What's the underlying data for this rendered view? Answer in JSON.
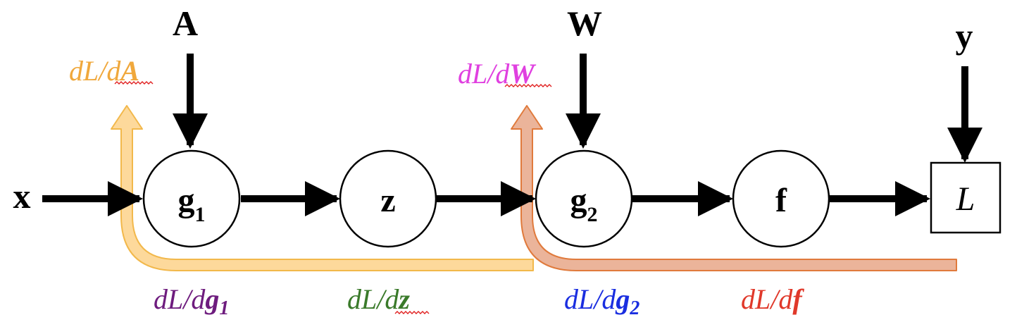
{
  "inputs": {
    "x": "x",
    "A": "A",
    "W": "W",
    "y": "y"
  },
  "nodes": {
    "g1": {
      "base": "g",
      "sub": "1"
    },
    "z": {
      "label": "z"
    },
    "g2": {
      "base": "g",
      "sub": "2"
    },
    "f": {
      "label": "f"
    },
    "L": {
      "label": "L"
    }
  },
  "gradients": {
    "dA": {
      "prefix": "dL/d",
      "var": "A",
      "color": "#f0a83c"
    },
    "dW": {
      "prefix": "dL/d",
      "var": "W",
      "color": "#e040e0"
    },
    "dg1": {
      "prefix": "dL/d",
      "var": "g",
      "sub": "1",
      "color": "#6e1c7e"
    },
    "dz": {
      "prefix": "dL/d",
      "var": "z",
      "color": "#3a7a2a"
    },
    "dg2": {
      "prefix": "dL/d",
      "var": "g",
      "sub": "2",
      "color": "#1a2ee0"
    },
    "df": {
      "prefix": "dL/d",
      "var": "f",
      "color": "#e0382a"
    }
  },
  "colors": {
    "arrow": "#000000",
    "backprop_yellow_fill": "#fdd99b",
    "backprop_yellow_stroke": "#f2b84b",
    "backprop_orange_fill": "#ebb49a",
    "backprop_orange_stroke": "#e07a3c"
  }
}
